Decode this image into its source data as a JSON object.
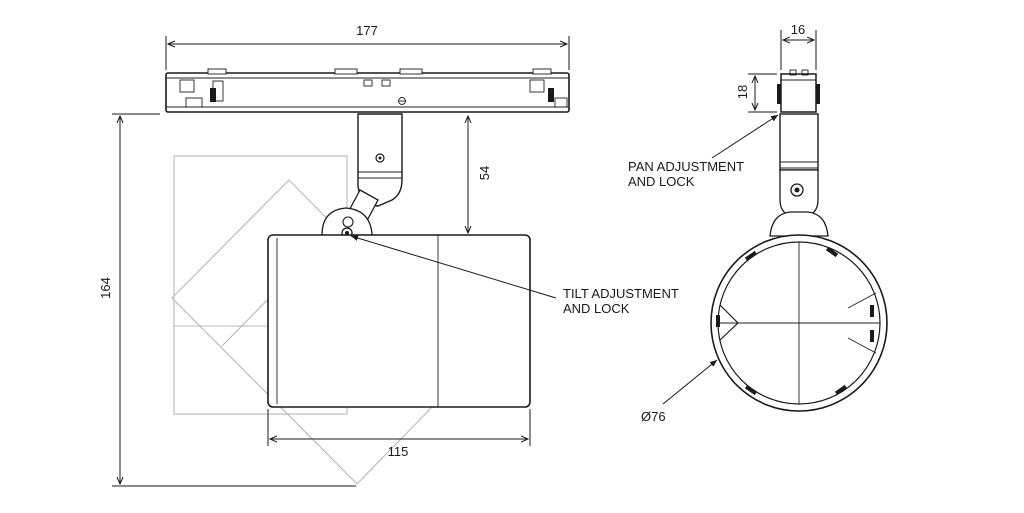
{
  "diagram": {
    "dimensions": {
      "overall_width": "177",
      "height_total": "164",
      "stem_height": "54",
      "body_length": "115",
      "track_width": "16",
      "track_height": "18",
      "diameter": "Ø76"
    },
    "callouts": {
      "tilt_line1": "TILT ADJUSTMENT",
      "tilt_line2": "AND LOCK",
      "pan_line1": "PAN ADJUSTMENT",
      "pan_line2": "AND LOCK"
    }
  }
}
